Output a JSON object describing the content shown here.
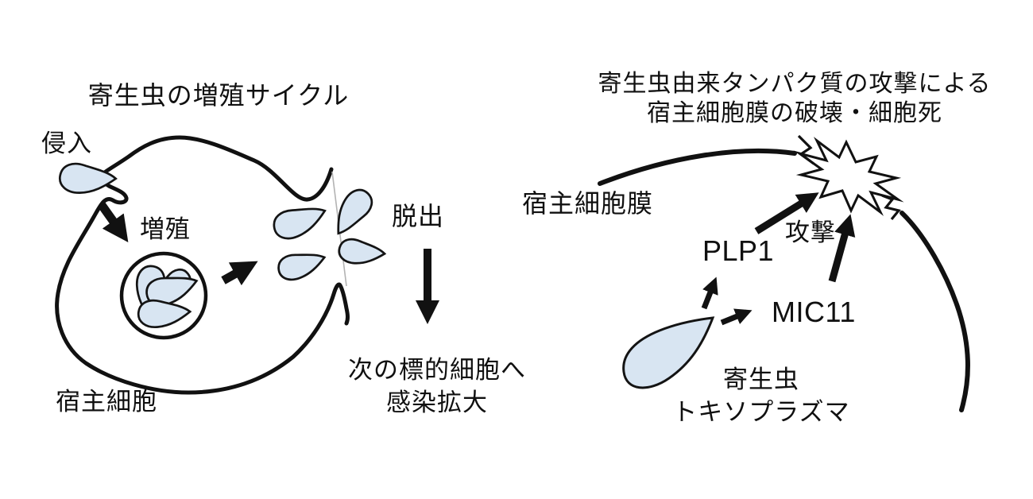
{
  "left": {
    "title": "寄生虫の増殖サイクル",
    "invasion": "侵入",
    "proliferation": "増殖",
    "egress": "脱出",
    "host_cell": "宿主細胞",
    "spread": {
      "line1": "次の標的細胞へ",
      "line2": "感染拡大"
    }
  },
  "right": {
    "title": {
      "line1": "寄生虫由来タンパク質の攻撃による",
      "line2": "宿主細胞膜の破壊・細胞死"
    },
    "host_cell_membrane": "宿主細胞膜",
    "protein1": "PLP1",
    "protein2": "MIC11",
    "attack": "攻撃",
    "parasite": {
      "line1": "寄生虫",
      "line2": "トキソプラズマ"
    }
  },
  "colors": {
    "background": "#ffffff",
    "line": "#111111",
    "parasite_fill": "#d8e5f2",
    "membrane_break_line": "#b3b3b3"
  }
}
